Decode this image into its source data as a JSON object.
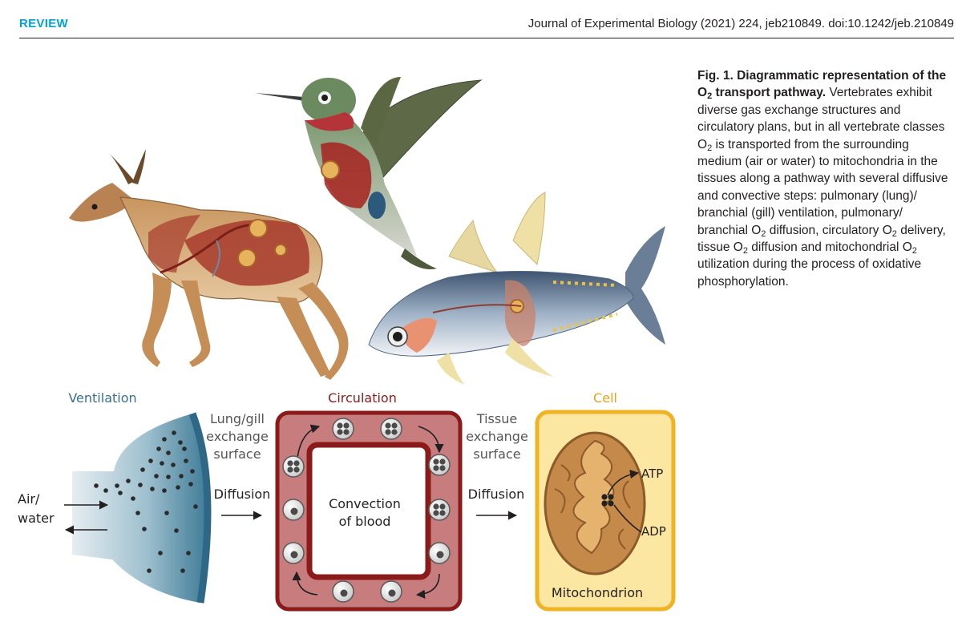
{
  "header": {
    "section": "REVIEW",
    "citation": "Journal of Experimental Biology (2021) 224, jeb210849. doi:10.1242/jeb.210849"
  },
  "caption": {
    "title_prefix": "Fig. 1. Diagrammatic representation of the O",
    "title_sub": "2",
    "title_suffix": " transport pathway.",
    "text_1": " Vertebrates exhibit diverse gas exchange structures and circulatory plans, but in all vertebrate classes O",
    "text_sub_1": "2",
    "text_2": " is transported from the surrounding medium (air or water) to mitochondria in the tissues along a pathway with several diffusive and convective steps: pulmonary (lung)/ branchial (gill) ventilation, pulmonary/ branchial O",
    "text_sub_2": "2",
    "text_3": " diffusion, circulatory O",
    "text_sub_3": "2",
    "text_4": " delivery, tissue O",
    "text_sub_4": "2",
    "text_5": " diffusion and mitochondrial O",
    "text_sub_5": "2",
    "text_6": " utilization during the process of oxidative phosphorylation."
  },
  "figure": {
    "ventilation_title": "Ventilation",
    "circulation_title": "Circulation",
    "cell_title": "Cell",
    "medium_label_1": "Air/",
    "medium_label_2": "water",
    "lung_surface_1": "Lung/gill",
    "lung_surface_2": "exchange",
    "lung_surface_3": "surface",
    "diffusion_1": "Diffusion",
    "convection_1": "Convection",
    "convection_2": "of blood",
    "tissue_surface_1": "Tissue",
    "tissue_surface_2": "exchange",
    "tissue_surface_3": "surface",
    "diffusion_2": "Diffusion",
    "atp": "ATP",
    "adp": "ADP",
    "mitochondrion": "Mitochondrion",
    "colors": {
      "ventilation": "#3a6f8f",
      "circulation": "#8b1a1a",
      "cell": "#f0b323",
      "header_accent": "#00a3d9"
    }
  }
}
